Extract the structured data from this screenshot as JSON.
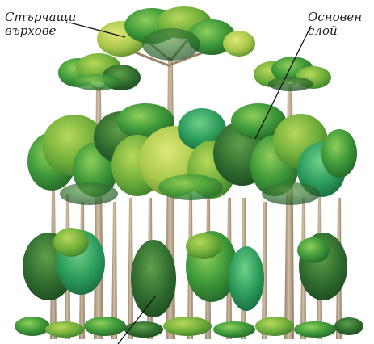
{
  "labels": {
    "emergent_line1": "Стърчащи",
    "emergent_line2": "върхове",
    "canopy_line1": "Основен",
    "canopy_line2": "слой"
  },
  "colors": {
    "trunk": "#b9a48a",
    "trunk_shade": "#8f7a62",
    "leaf_dark": "#2f6b2a",
    "leaf_mid": "#3f8f35",
    "leaf_light": "#7fbf3f",
    "leaf_yellow": "#b8cf4a",
    "leaf_teal": "#2f8f5f",
    "pointer_line": "#111111"
  }
}
